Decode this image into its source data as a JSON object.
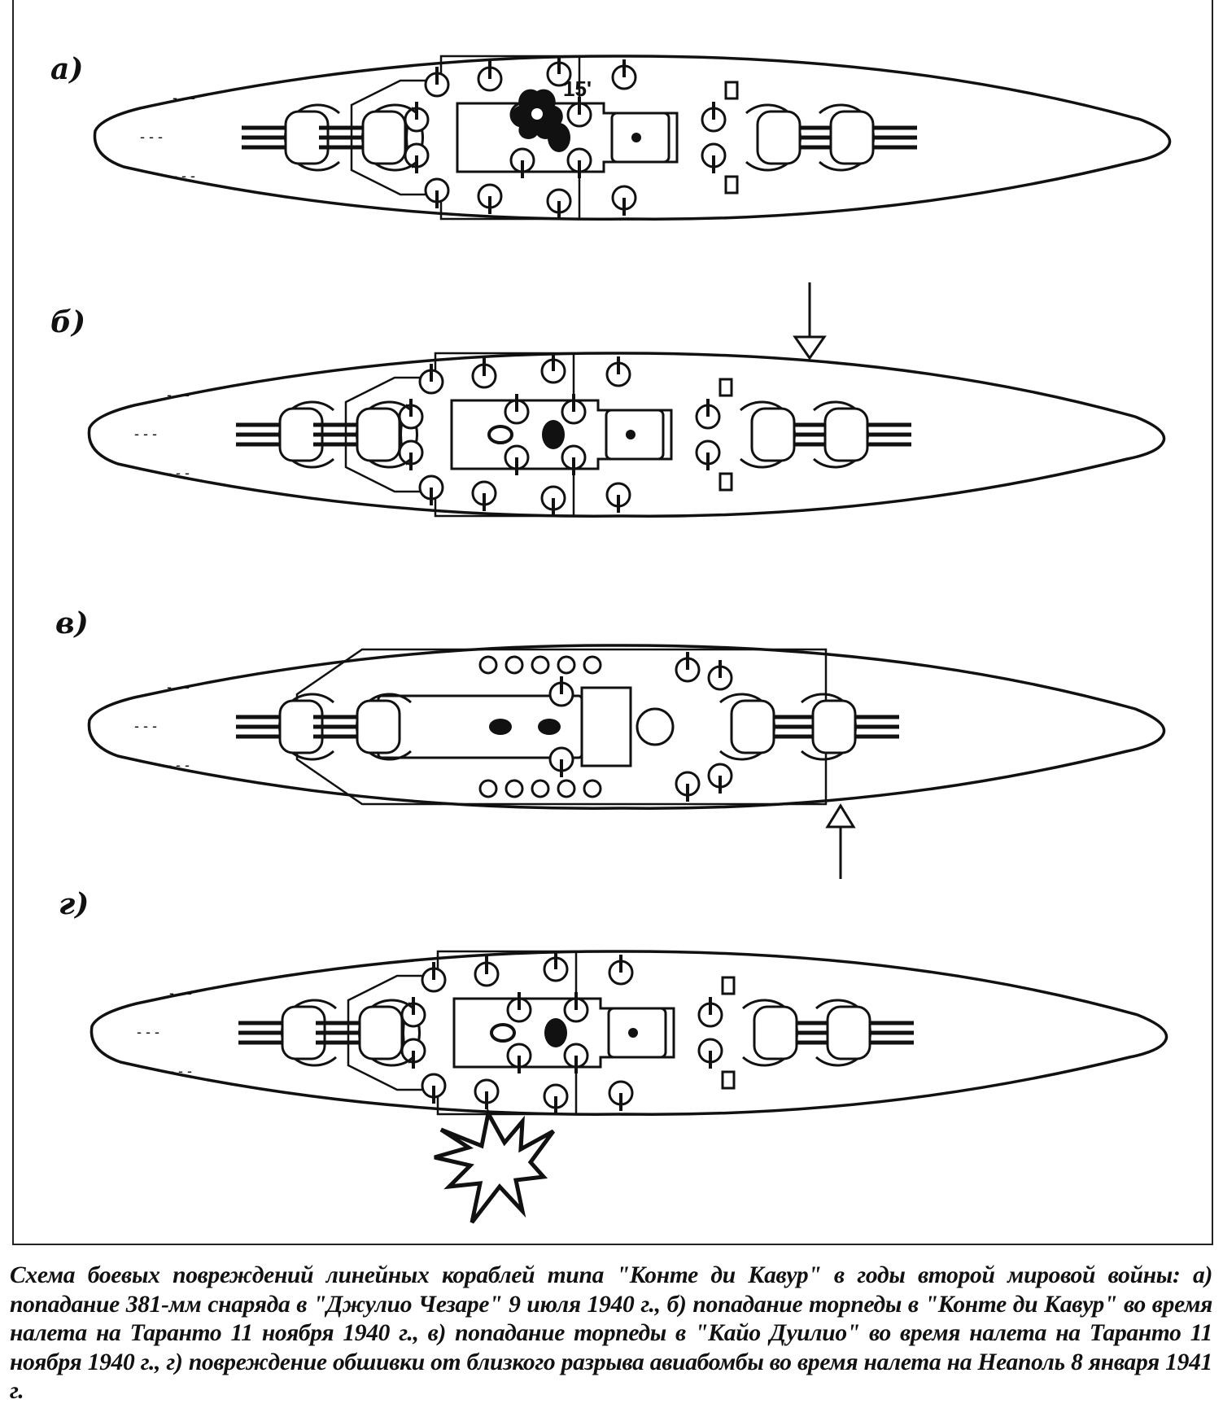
{
  "panels": [
    {
      "label": "а)",
      "annotation": "15'"
    },
    {
      "label": "б)"
    },
    {
      "label": "в)"
    },
    {
      "label": "г)"
    }
  ],
  "caption": "Схема боевых повреждений линейных кораблей типа \"Конте ди Кавур\" в годы второй мировой войны: а) попадание 381-мм снаряда в \"Джулио Чезаре\" 9 июля 1940 г., б) попадание торпеды в \"Конте ди Кавур\" во время налета на Таранто 11 ноября 1940 г., в) попадание торпеды в \"Кайо Дуилио\" во время налета на Таранто 11 ноября 1940 г., г) повреждение обшивки от близкого разрыва авиабомбы во время налета на Неаполь 8 января 1941 г.",
  "colors": {
    "ink": "#111111",
    "paper": "#ffffff"
  }
}
